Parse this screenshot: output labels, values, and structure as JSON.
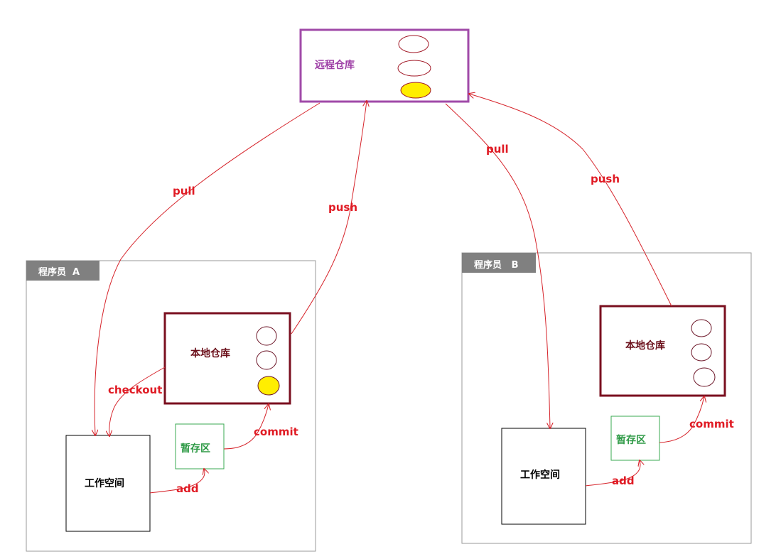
{
  "remote": {
    "label": "远程仓库"
  },
  "groups": [
    {
      "header": "程序员  A",
      "local_repo": "本地仓库",
      "staging": "暂存区",
      "workspace": "工作空间",
      "edges": {
        "checkout": "checkout",
        "commit": "commit",
        "add": "add",
        "pull": "pull",
        "push": "push"
      }
    },
    {
      "header": "程序员   B",
      "local_repo": "本地仓库",
      "staging": "暂存区",
      "workspace": "工作空间",
      "edges": {
        "commit": "commit",
        "add": "add",
        "pull": "pull",
        "push": "push"
      }
    }
  ],
  "colors": {
    "remote_border": "#a04aa8",
    "remote_text": "#9e3fa6",
    "local_border": "#7a0f1f",
    "local_text": "#6b0f1a",
    "staging_border": "#3aaa52",
    "staging_text": "#2e9a46",
    "edge": "#d6232a",
    "edge_text": "#e01b24",
    "group_header_bg": "#808080",
    "group_border": "#999999",
    "commit_filled": "#ffee00"
  }
}
